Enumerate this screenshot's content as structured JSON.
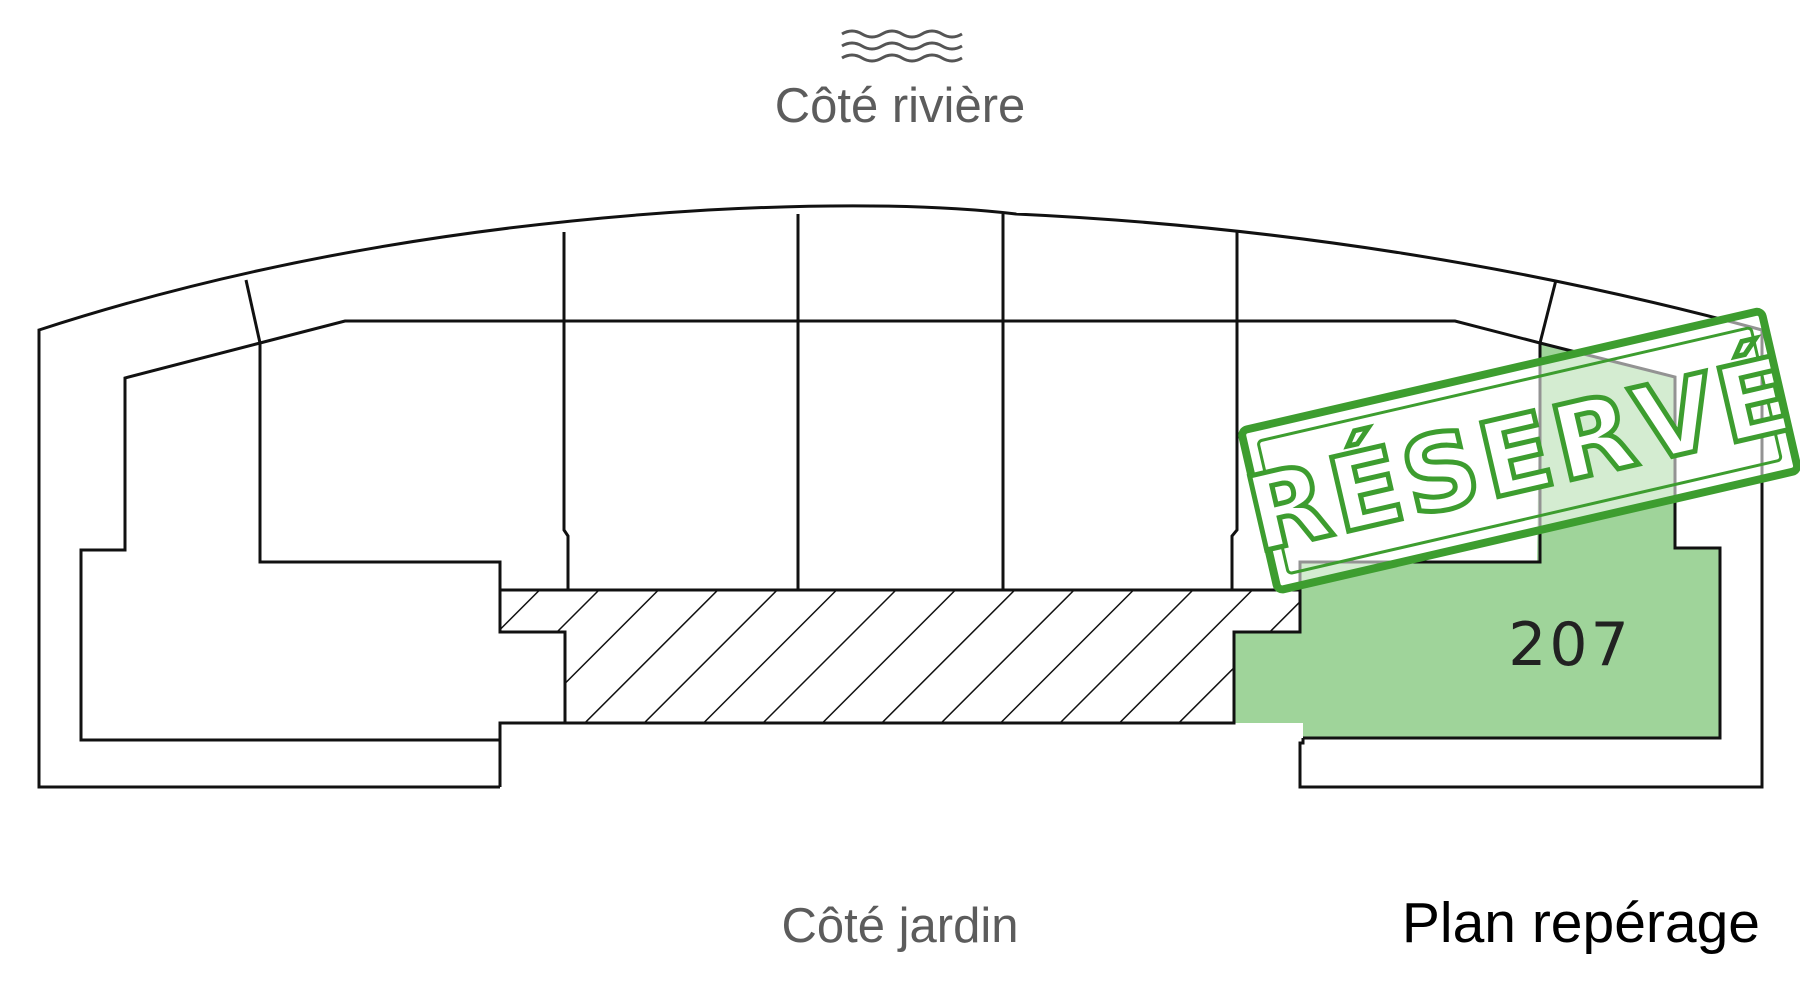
{
  "orientation": {
    "top_label": "Côté rivière",
    "bottom_label": "Côté jardin",
    "top_icon": "water-waves-icon"
  },
  "plan": {
    "title": "Plan repérage",
    "unit": {
      "number": "207",
      "status": "RÉSERVÉ",
      "highlight_color": "#9fd49a"
    },
    "stamp_color": "#3d9d2f",
    "wall_color": "#111111"
  }
}
